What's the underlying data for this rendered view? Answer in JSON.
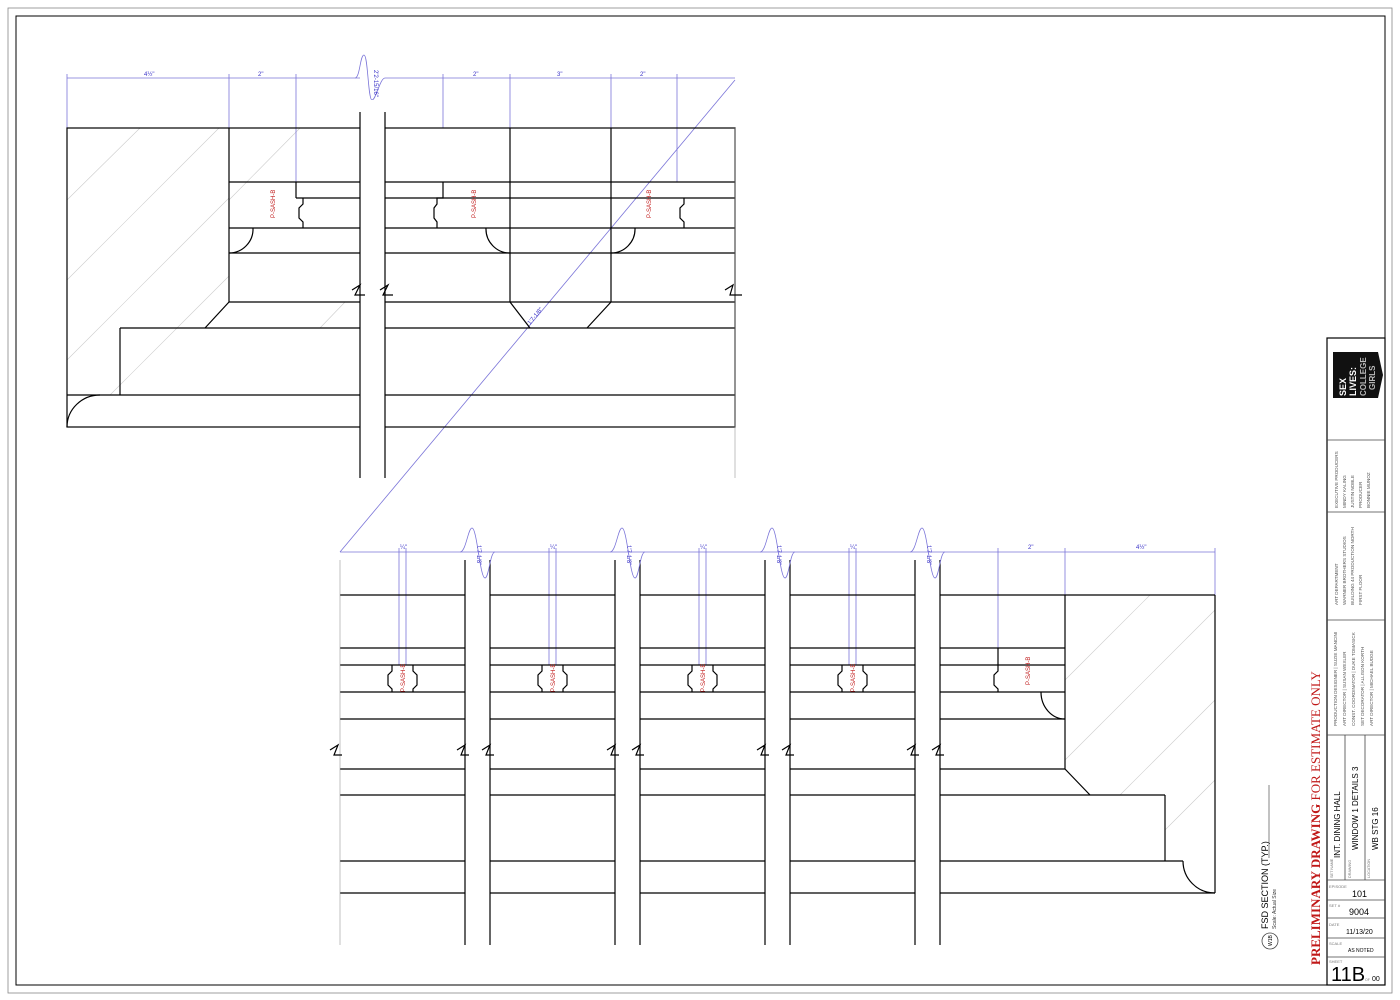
{
  "drawing": {
    "top_detail": {
      "dims": [
        "4½\"",
        "2\"",
        "2'2-15/16\"",
        "2\"",
        "3\"",
        "2\""
      ],
      "angle_dim": "1'7-1/8\"",
      "sash_tags": [
        "P-SASH-B",
        "P-SASH-B",
        "P-SASH-B"
      ]
    },
    "bottom_detail": {
      "small_dims": [
        "¼\"",
        "¼\"",
        "¼\"",
        "¼\""
      ],
      "break_dims": [
        "1'7-1/8\"",
        "1'7-1/8\"",
        "1'7-1/8\"",
        "1'7-1/8\""
      ],
      "end_dims": [
        "2\"",
        "4½\""
      ],
      "sash_tags": [
        "P-SASH-E",
        "P-SASH-E",
        "P-SASH-E",
        "P-SASH-E",
        "P-SASH-B"
      ]
    },
    "section_title": "FSD SECTION (TYP.)",
    "section_scale": "Scale: Actual Size",
    "section_bubble": "W1B"
  },
  "title_block": {
    "logo_text": "SEX LIVES: COLLEGE GIRLS",
    "preliminary_a": "PRELIMINARY DRAWING ",
    "preliminary_b": "FOR ESTIMATE ONLY",
    "exec": [
      "EXECUTIVE PRODUCERS",
      "MINDY KALING",
      "JUSTIN NOBLE",
      "PRODUCER",
      "BONNIE MUNOZ"
    ],
    "art_dept": [
      "ART DEPARTMENT",
      "WARNER BROTHERS STUDIOS",
      "BUILDING 44 PRODUCTION NORTH",
      "FIRST FLOOR"
    ],
    "credits": [
      "PRODUCTION DESIGNER  |  SUZIE MANCINI",
      "ART DIRECTOR  |  SUSAN WEXLER",
      "CONST. COORDINATOR  |  DUKE TOMASICK",
      "SET DECORATOR  |  ALLISON KORTH",
      "ART DIRECTOR  |  MICHAEL BUDGE"
    ],
    "set_name_label": "SET NAME",
    "set_name": "INT. DINING HALL",
    "drawing_label": "DRAWING",
    "drawing": "WINDOW 1 DETAILS 3",
    "location_label": "LOCATION",
    "location": "WB STG 16",
    "episode_label": "EPISODE",
    "episode": "101",
    "set_no_label": "SET #",
    "set_no": "9004",
    "date_label": "DATE",
    "date": "11/13/20",
    "scale_label": "SCALE",
    "scale": "AS NOTED",
    "sheet_label": "SHEET",
    "sheet": "11B",
    "of_label": "OF",
    "of": "00"
  }
}
